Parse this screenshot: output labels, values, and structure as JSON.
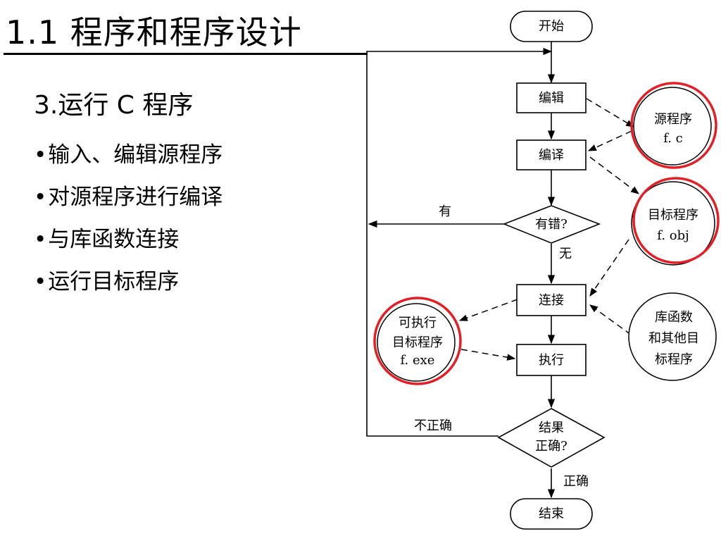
{
  "slide": {
    "title": "1.1  程序和程序设计",
    "subtitle": "3.运行 C 程序",
    "bullets": [
      "输入、编辑源程序",
      "对源程序进行编译",
      "与库函数连接",
      "运行目标程序"
    ]
  },
  "flowchart": {
    "start": "开始",
    "edit": "编辑",
    "compile": "编译",
    "error_decision": "有错?",
    "error_yes": "有",
    "error_no": "无",
    "link": "连接",
    "execute": "执行",
    "result_decision_l1": "结果",
    "result_decision_l2": "正确?",
    "result_wrong": "不正确",
    "result_right": "正确",
    "end": "结束",
    "source_l1": "源程序",
    "source_l2": "f. c",
    "object_l1": "目标程序",
    "object_l2": "f. obj",
    "library_l1": "库函数",
    "library_l2": "和其他目",
    "library_l3": "标程序",
    "exe_l1": "可执行",
    "exe_l2": "目标程序",
    "exe_l3": "f. exe"
  },
  "colors": {
    "highlight_circle": "#e31e24",
    "line": "#000000"
  }
}
